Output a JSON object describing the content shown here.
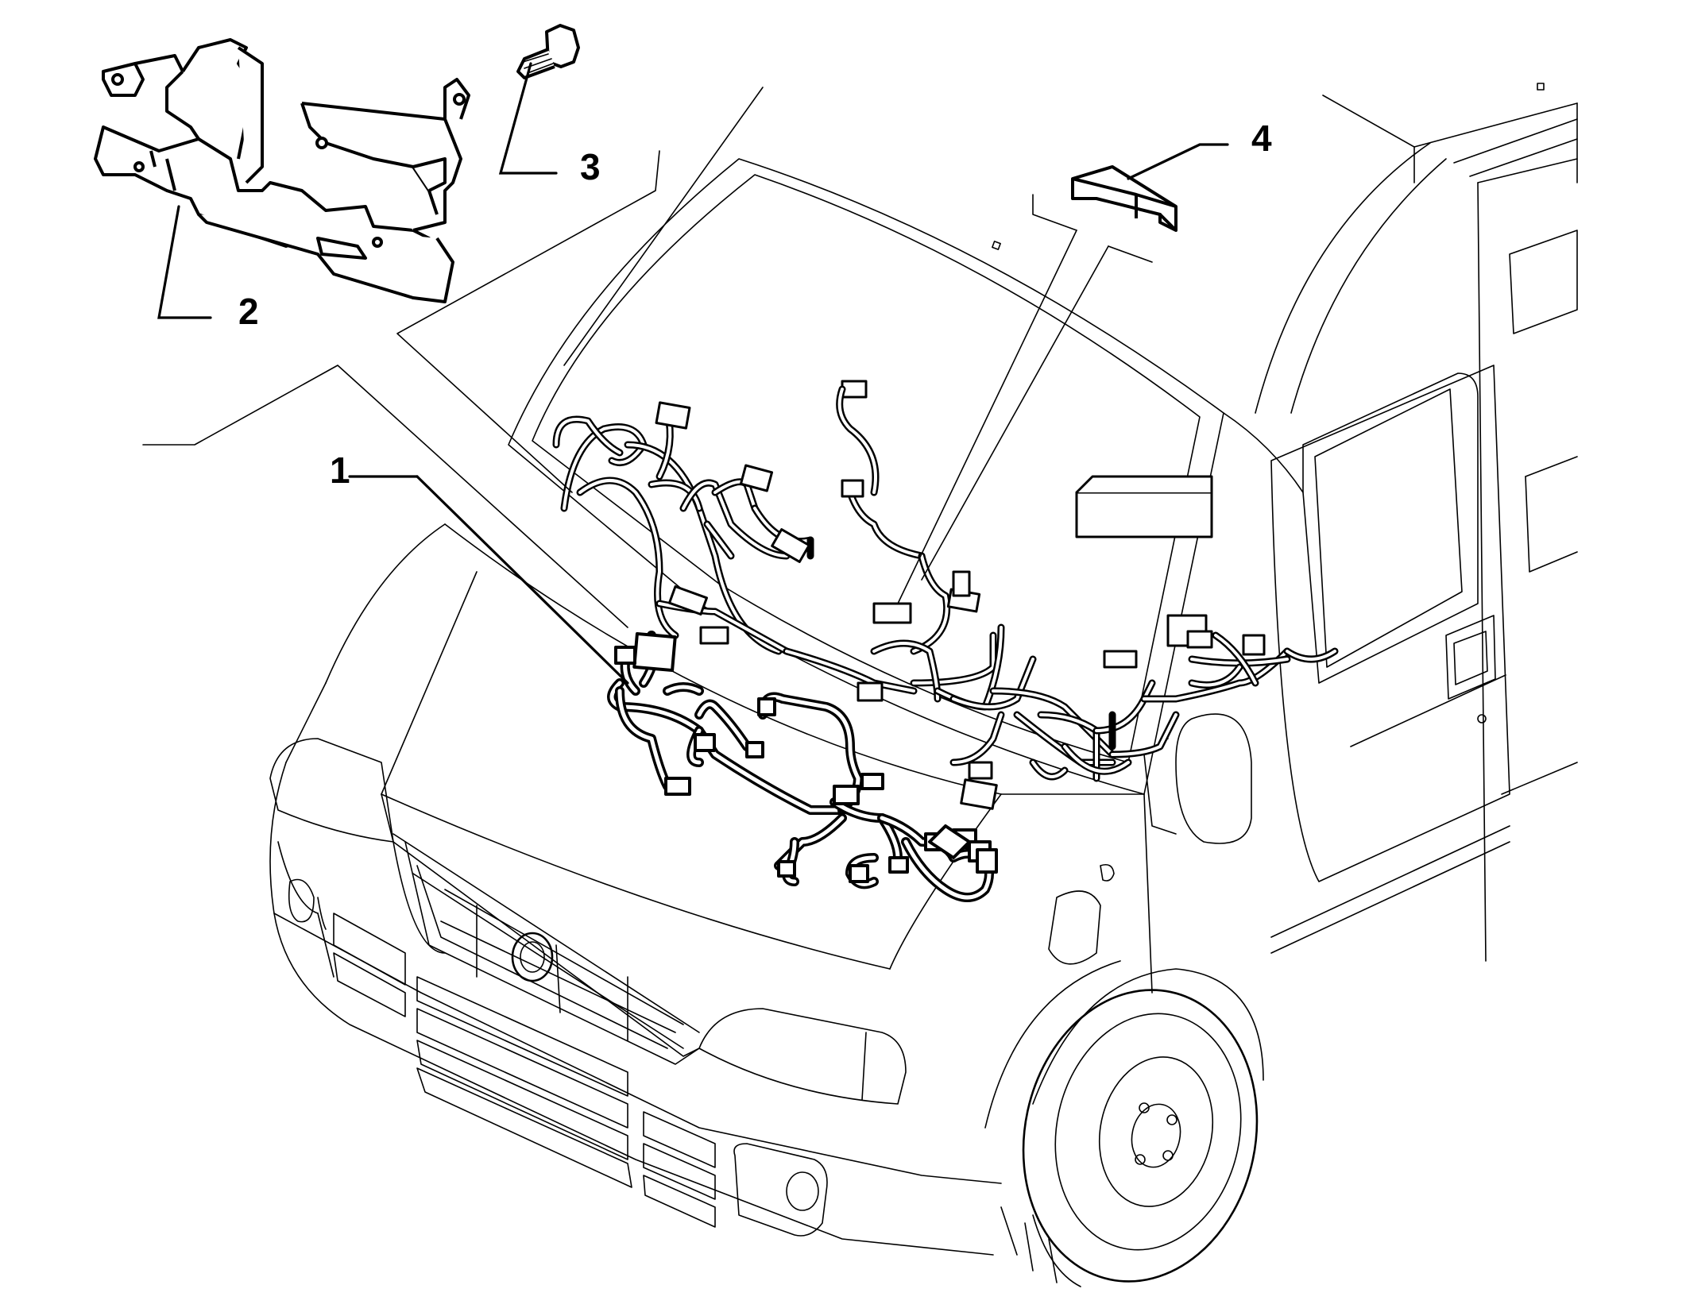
{
  "callouts": [
    {
      "id": "1",
      "label": "1",
      "part": "wiring-harness"
    },
    {
      "id": "2",
      "label": "2",
      "part": "mounting-bracket"
    },
    {
      "id": "3",
      "label": "3",
      "part": "bolt"
    },
    {
      "id": "4",
      "label": "4",
      "part": "cable-clip"
    }
  ],
  "colors": {
    "line": "#000000",
    "background": "#ffffff"
  }
}
